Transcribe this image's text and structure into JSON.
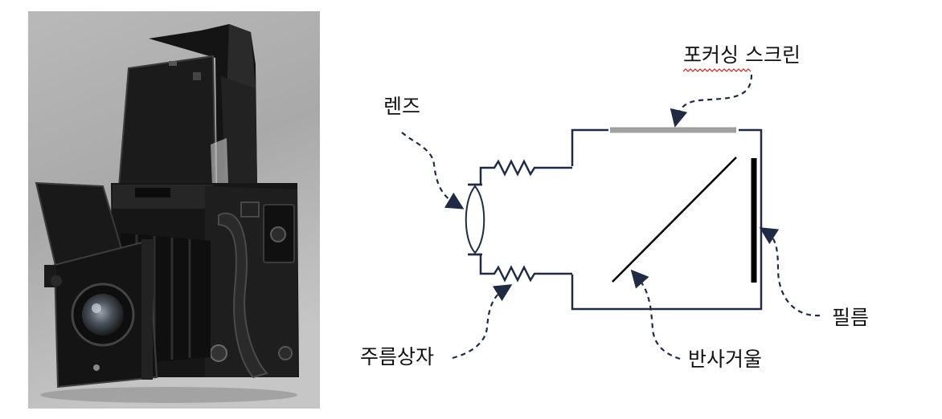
{
  "labels": {
    "focusing_screen": "포커싱 스크린",
    "lens": "렌즈",
    "film": "필름",
    "bellows": "주름상자",
    "mirror": "반사거울"
  },
  "colors": {
    "outline": "#1f2a44",
    "arrow": "#1f2a44",
    "screen": "#a0a0a0",
    "film": "#000000",
    "mirror": "#000000",
    "spellcheck": "#d92020"
  },
  "photo": {
    "subject": "vintage-reflex-camera"
  }
}
